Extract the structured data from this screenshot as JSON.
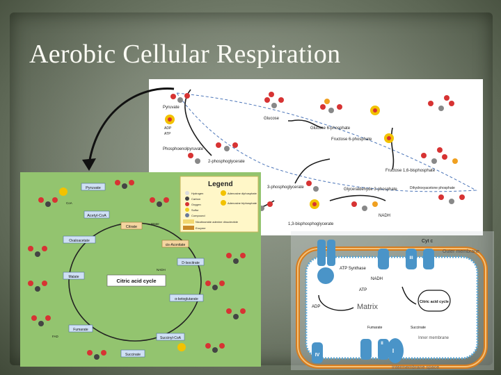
{
  "slide": {
    "title": "Aerobic Cellular Respiration"
  },
  "glycolysis": {
    "pyruvate": "Pyruvate",
    "glucose": "Glucose",
    "glucose_6_phosphate": "Glucose 6-phosphate",
    "fructose_6_phosphate": "Fructose 6-phosphate",
    "fructose_16_bisphosphate": "Fructose 1,6-bisphosphate",
    "glyceraldehyde_3_phosphate": "Glyceraldehyde 3-phosphate",
    "dihydroxyacetone_phosphate": "Dihydroxyacetone phosphate",
    "phosphoenolpyruvate": "Phosphoenolpyruvate",
    "phosphoglycerate_2": "2-phosphoglycerate",
    "phosphoglycerate_3": "3-phosphoglycerate",
    "bisphosphoglycerate": "1,3-bisphosphoglycerate",
    "atp": "ATP",
    "adp": "ADP",
    "nadh": "NADH"
  },
  "krebs": {
    "legend": "Legend",
    "legend_items": [
      "Hydrogen",
      "Carbon",
      "Oxygen",
      "Sulfur",
      "Compound",
      "Adenosine diphosphate",
      "Adenosine triphosphate",
      "Nicotinamide adenine dinucleotide",
      "Enzyme"
    ],
    "pyruvate": "Pyruvate",
    "acetyl_coa": "Acetyl-CoA",
    "citrate": "Citrate",
    "cis_aconitate": "cis-Aconitate",
    "isocitrate": "D-Isocitrate",
    "ketoglutarate": "α-ketoglutarate",
    "succinyl_coa": "Succinyl-CoA",
    "succinate": "Succinate",
    "fumarate": "Fumarate",
    "malate": "Malate",
    "oxaloacetate": "Oxaloacetate",
    "cycle_name": "Citric acid cycle",
    "coa": "CoA",
    "water": "Water",
    "nadh": "NADH",
    "fad": "FAD"
  },
  "etc": {
    "cyt_c": "Cyt c",
    "outer_membrane": "Outer membrane",
    "inner_membrane": "Inner membrane",
    "intermembrane_space": "Intermembrane space",
    "matrix": "Matrix",
    "atp_synthase": "ATP Synthase",
    "cycle": "Citric acid cycle",
    "nadh_label": "NADH",
    "complex_labels": [
      "I",
      "II",
      "III",
      "IV"
    ],
    "succinate": "Succinate",
    "fumarate": "Fumarate",
    "atp": "ATP",
    "adp": "ADP"
  }
}
